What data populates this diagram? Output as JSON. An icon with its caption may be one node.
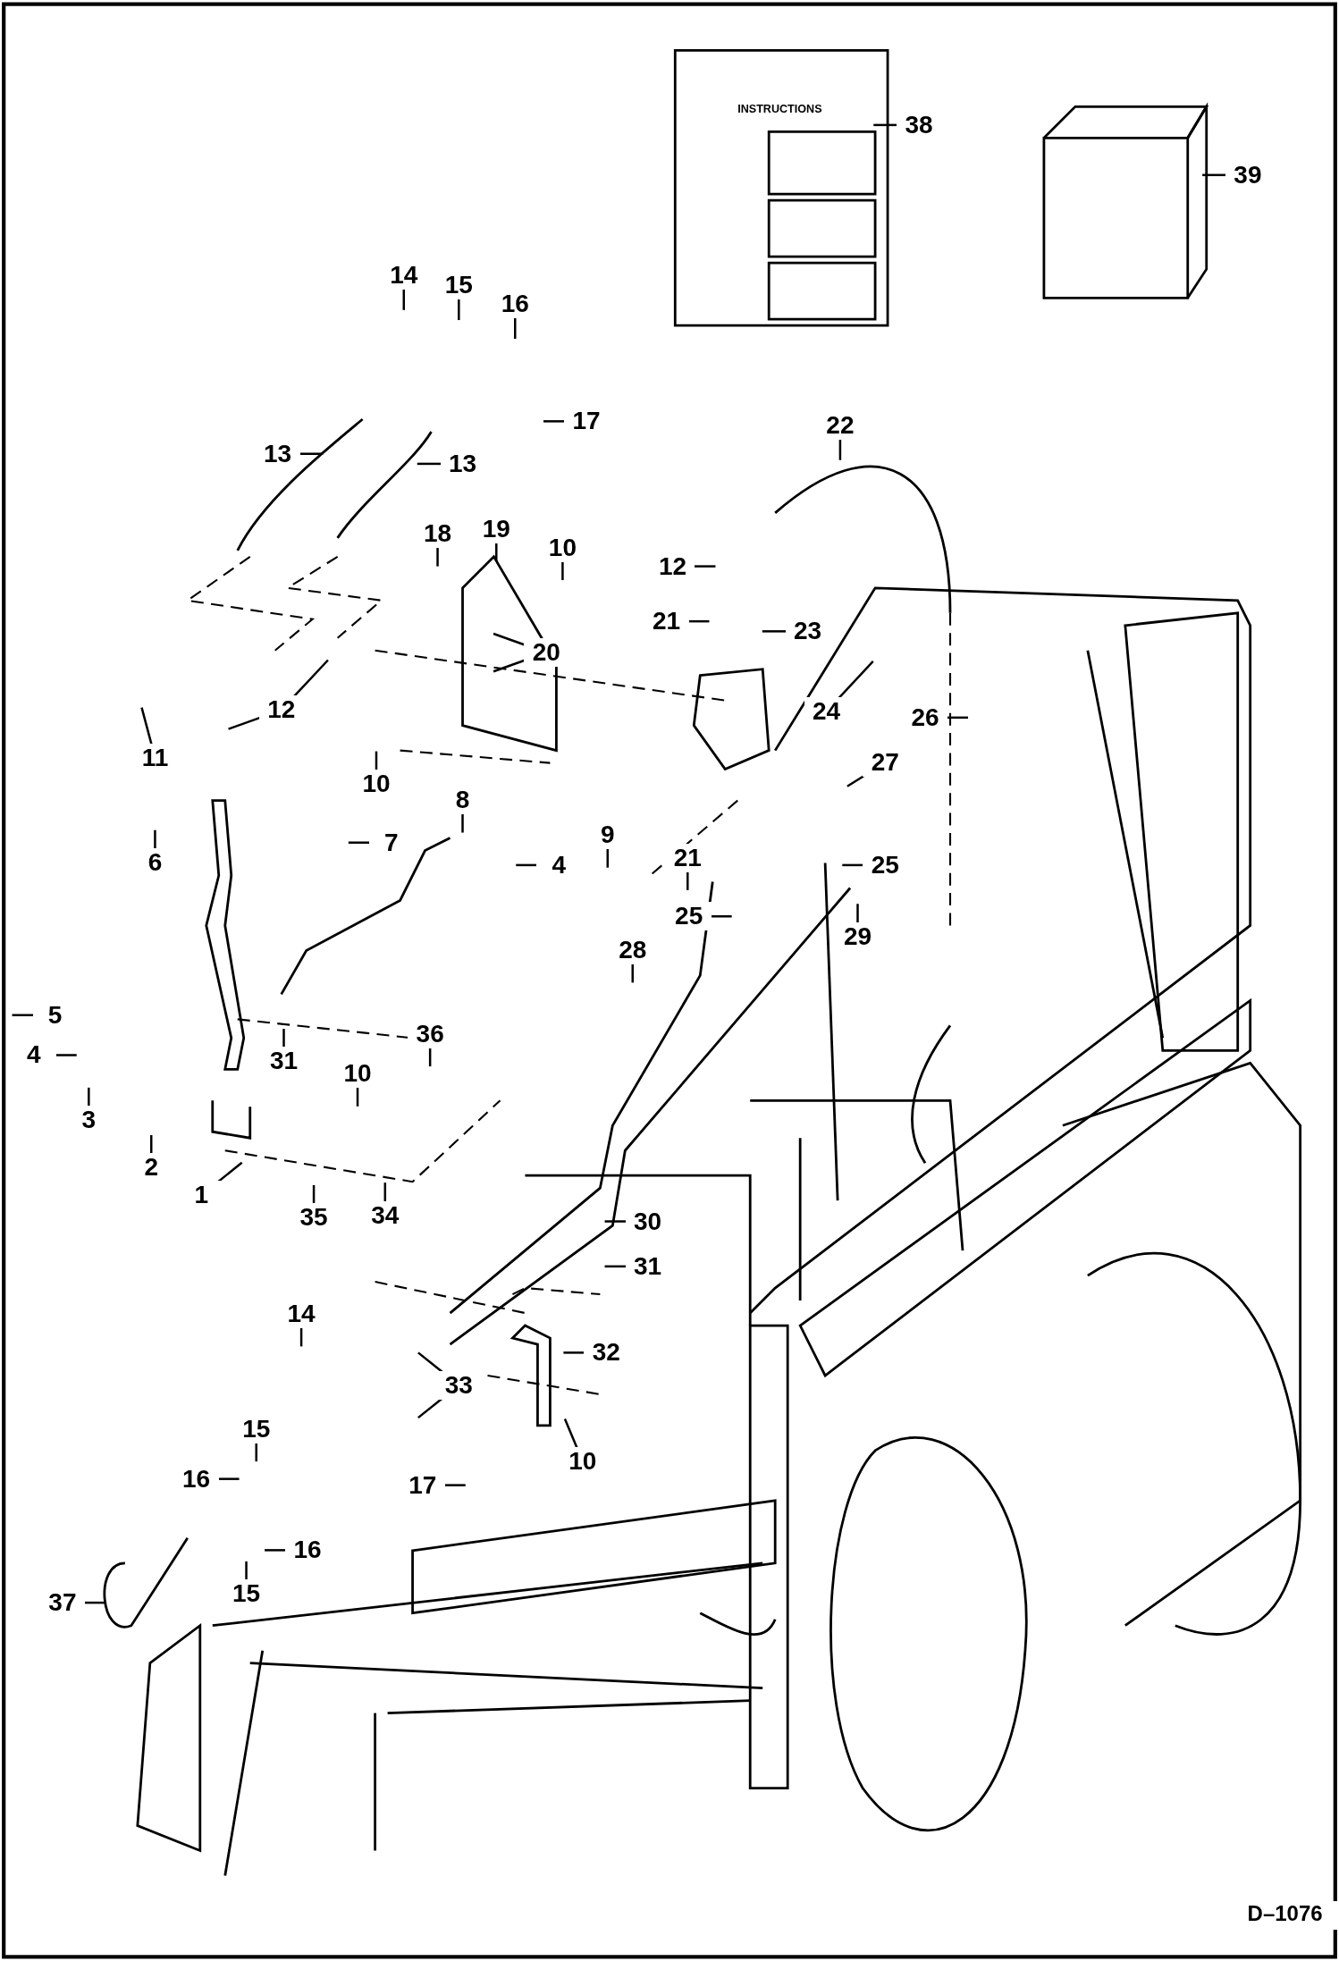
{
  "diagram": {
    "nodes": [
      {
        "text": [
          "38"
        ]
      },
      {
        "text": [
          "39"
        ]
      },
      {
        "text": [
          "14"
        ]
      },
      {
        "text": [
          "15"
        ]
      },
      {
        "text": [
          "16"
        ]
      },
      {
        "text": [
          "17"
        ]
      },
      {
        "text": [
          "22"
        ]
      },
      {
        "text": [
          "13"
        ]
      },
      {
        "text": [
          "13"
        ]
      },
      {
        "text": [
          "18"
        ]
      },
      {
        "text": [
          "19"
        ]
      },
      {
        "text": [
          "10"
        ]
      },
      {
        "text": [
          "12"
        ]
      },
      {
        "text": [
          "21"
        ]
      },
      {
        "text": [
          "23"
        ]
      },
      {
        "text": [
          "20"
        ]
      },
      {
        "text": [
          "12"
        ]
      },
      {
        "text": [
          "11"
        ]
      },
      {
        "text": [
          "24"
        ]
      },
      {
        "text": [
          "26"
        ]
      },
      {
        "text": [
          "10"
        ]
      },
      {
        "text": [
          "8"
        ]
      },
      {
        "text": [
          "27"
        ]
      },
      {
        "text": [
          "9"
        ]
      },
      {
        "text": [
          "6"
        ]
      },
      {
        "text": [
          "7"
        ]
      },
      {
        "text": [
          "4"
        ]
      },
      {
        "text": [
          "21"
        ]
      },
      {
        "text": [
          "25"
        ]
      },
      {
        "text": [
          "25"
        ]
      },
      {
        "text": [
          "29"
        ]
      },
      {
        "text": [
          "28"
        ]
      },
      {
        "text": [
          "5"
        ]
      },
      {
        "text": [
          "36"
        ]
      },
      {
        "text": [
          "4"
        ]
      },
      {
        "text": [
          "31"
        ]
      },
      {
        "text": [
          "10"
        ]
      },
      {
        "text": [
          "3"
        ]
      },
      {
        "text": [
          "2"
        ]
      },
      {
        "text": [
          "1"
        ]
      },
      {
        "text": [
          "35"
        ]
      },
      {
        "text": [
          "34"
        ]
      },
      {
        "text": [
          "30"
        ]
      },
      {
        "text": [
          "31"
        ]
      },
      {
        "text": [
          "14"
        ]
      },
      {
        "text": [
          "32"
        ]
      },
      {
        "text": [
          "33"
        ]
      },
      {
        "text": [
          "10"
        ]
      },
      {
        "text": [
          "15"
        ]
      },
      {
        "text": [
          "17"
        ]
      },
      {
        "text": [
          "16"
        ]
      },
      {
        "text": [
          "16"
        ]
      },
      {
        "text": [
          "37"
        ]
      },
      {
        "text": [
          "15"
        ]
      }
    ],
    "edges": [
      {
        "from": 0,
        "to": null,
        "arrow": "none"
      },
      {
        "from": 1,
        "to": null,
        "arrow": "none"
      },
      {
        "from": 2,
        "to": null,
        "arrow": "none"
      },
      {
        "from": 3,
        "to": null,
        "arrow": "none"
      },
      {
        "from": 4,
        "to": null,
        "arrow": "none"
      },
      {
        "from": 5,
        "to": null,
        "arrow": "none"
      },
      {
        "from": 6,
        "to": null,
        "arrow": "none"
      },
      {
        "from": 7,
        "to": null,
        "arrow": "none"
      },
      {
        "from": 8,
        "to": null,
        "arrow": "none"
      },
      {
        "from": 9,
        "to": null,
        "arrow": "none"
      },
      {
        "from": 10,
        "to": null,
        "arrow": "none"
      },
      {
        "from": 11,
        "to": null,
        "arrow": "none"
      },
      {
        "from": 12,
        "to": null,
        "arrow": "none"
      },
      {
        "from": 13,
        "to": null,
        "arrow": "none"
      },
      {
        "from": 14,
        "to": null,
        "arrow": "none"
      },
      {
        "from": 15,
        "to": null,
        "arrow": "none"
      },
      {
        "from": 15,
        "to": null,
        "arrow": "none"
      },
      {
        "from": 16,
        "to": null,
        "arrow": "none"
      },
      {
        "from": 16,
        "to": null,
        "arrow": "none"
      },
      {
        "from": 17,
        "to": null,
        "arrow": "none"
      },
      {
        "from": 18,
        "to": null,
        "arrow": "none"
      },
      {
        "from": 19,
        "to": null,
        "arrow": "none"
      },
      {
        "from": 20,
        "to": null,
        "arrow": "none"
      },
      {
        "from": 21,
        "to": null,
        "arrow": "none"
      },
      {
        "from": 22,
        "to": null,
        "arrow": "none"
      },
      {
        "from": 23,
        "to": null,
        "arrow": "none"
      },
      {
        "from": 24,
        "to": null,
        "arrow": "none"
      },
      {
        "from": 25,
        "to": null,
        "arrow": "none"
      },
      {
        "from": 26,
        "to": null,
        "arrow": "none"
      },
      {
        "from": 27,
        "to": null,
        "arrow": "none"
      },
      {
        "from": 28,
        "to": null,
        "arrow": "none"
      },
      {
        "from": 29,
        "to": null,
        "arrow": "none"
      },
      {
        "from": 30,
        "to": null,
        "arrow": "none"
      },
      {
        "from": 31,
        "to": null,
        "arrow": "none"
      },
      {
        "from": 32,
        "to": null,
        "arrow": "none"
      },
      {
        "from": 33,
        "to": null,
        "arrow": "none"
      },
      {
        "from": 34,
        "to": null,
        "arrow": "none"
      },
      {
        "from": 35,
        "to": null,
        "arrow": "none"
      },
      {
        "from": 36,
        "to": null,
        "arrow": "none"
      },
      {
        "from": 37,
        "to": null,
        "arrow": "none"
      },
      {
        "from": 38,
        "to": null,
        "arrow": "none"
      },
      {
        "from": 39,
        "to": null,
        "arrow": "none"
      },
      {
        "from": 40,
        "to": null,
        "arrow": "none"
      },
      {
        "from": 41,
        "to": null,
        "arrow": "none"
      },
      {
        "from": 42,
        "to": null,
        "arrow": "none"
      },
      {
        "from": 43,
        "to": null,
        "arrow": "none"
      },
      {
        "from": 44,
        "to": null,
        "arrow": "none"
      },
      {
        "from": 45,
        "to": null,
        "arrow": "none"
      },
      {
        "from": 46,
        "to": null,
        "arrow": "none"
      },
      {
        "from": 46,
        "to": null,
        "arrow": "none"
      },
      {
        "from": 47,
        "to": null,
        "arrow": "none"
      },
      {
        "from": 48,
        "to": null,
        "arrow": "none"
      },
      {
        "from": 49,
        "to": null,
        "arrow": "none"
      },
      {
        "from": 50,
        "to": null,
        "arrow": "none"
      },
      {
        "from": 51,
        "to": null,
        "arrow": "none"
      },
      {
        "from": 52,
        "to": null,
        "arrow": "none"
      },
      {
        "from": 53,
        "to": null,
        "arrow": "none"
      }
    ],
    "labels": [
      "INSTRUCTIONS",
      "D–1076"
    ]
  }
}
